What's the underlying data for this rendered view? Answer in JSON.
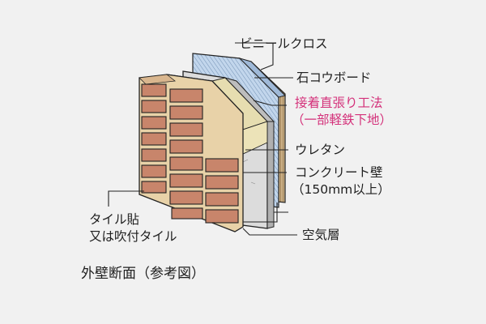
{
  "title": "外壁断面（参考図）",
  "labels": {
    "vinyl_cloth": "ビニールクロス",
    "gypsum_board": "石コウボード",
    "direct_method_line1": "接着直張り工法",
    "direct_method_line2": "（一部軽鉄下地）",
    "urethane": "ウレタン",
    "concrete_line1": "コンクリート壁",
    "concrete_line2": "（150mm以上）",
    "tile_line1": "タイル貼",
    "tile_line2": "又は吹付タイル",
    "air_layer": "空気層"
  },
  "colors": {
    "brick": "#c8856b",
    "brick_mortar": "#e8d2a8",
    "concrete": "#d9d9d9",
    "urethane": "#f3ecc8",
    "gypsum": "#b9cfe8",
    "cloth": "#c8aa7a",
    "accent_text": "#d4317a"
  }
}
